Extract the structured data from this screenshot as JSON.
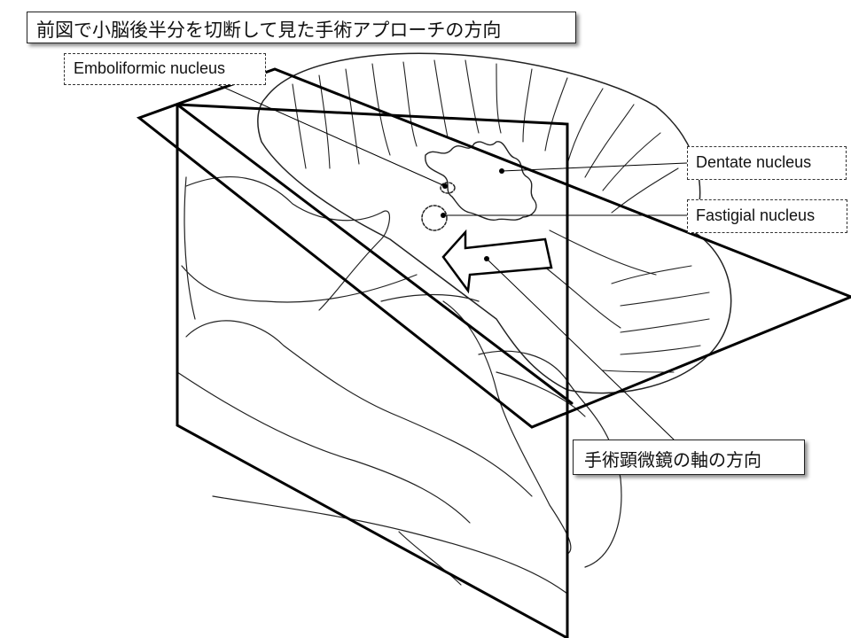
{
  "title": "前図で小脳後半分を切断して見た手術アプローチの方向",
  "labels": {
    "emboliform": "Emboliformic nucleus",
    "dentate": "Dentate nucleus",
    "fastigial": "Fastigial nucleus",
    "microscope_axis": "手術顕微鏡の軸の方向"
  }
}
